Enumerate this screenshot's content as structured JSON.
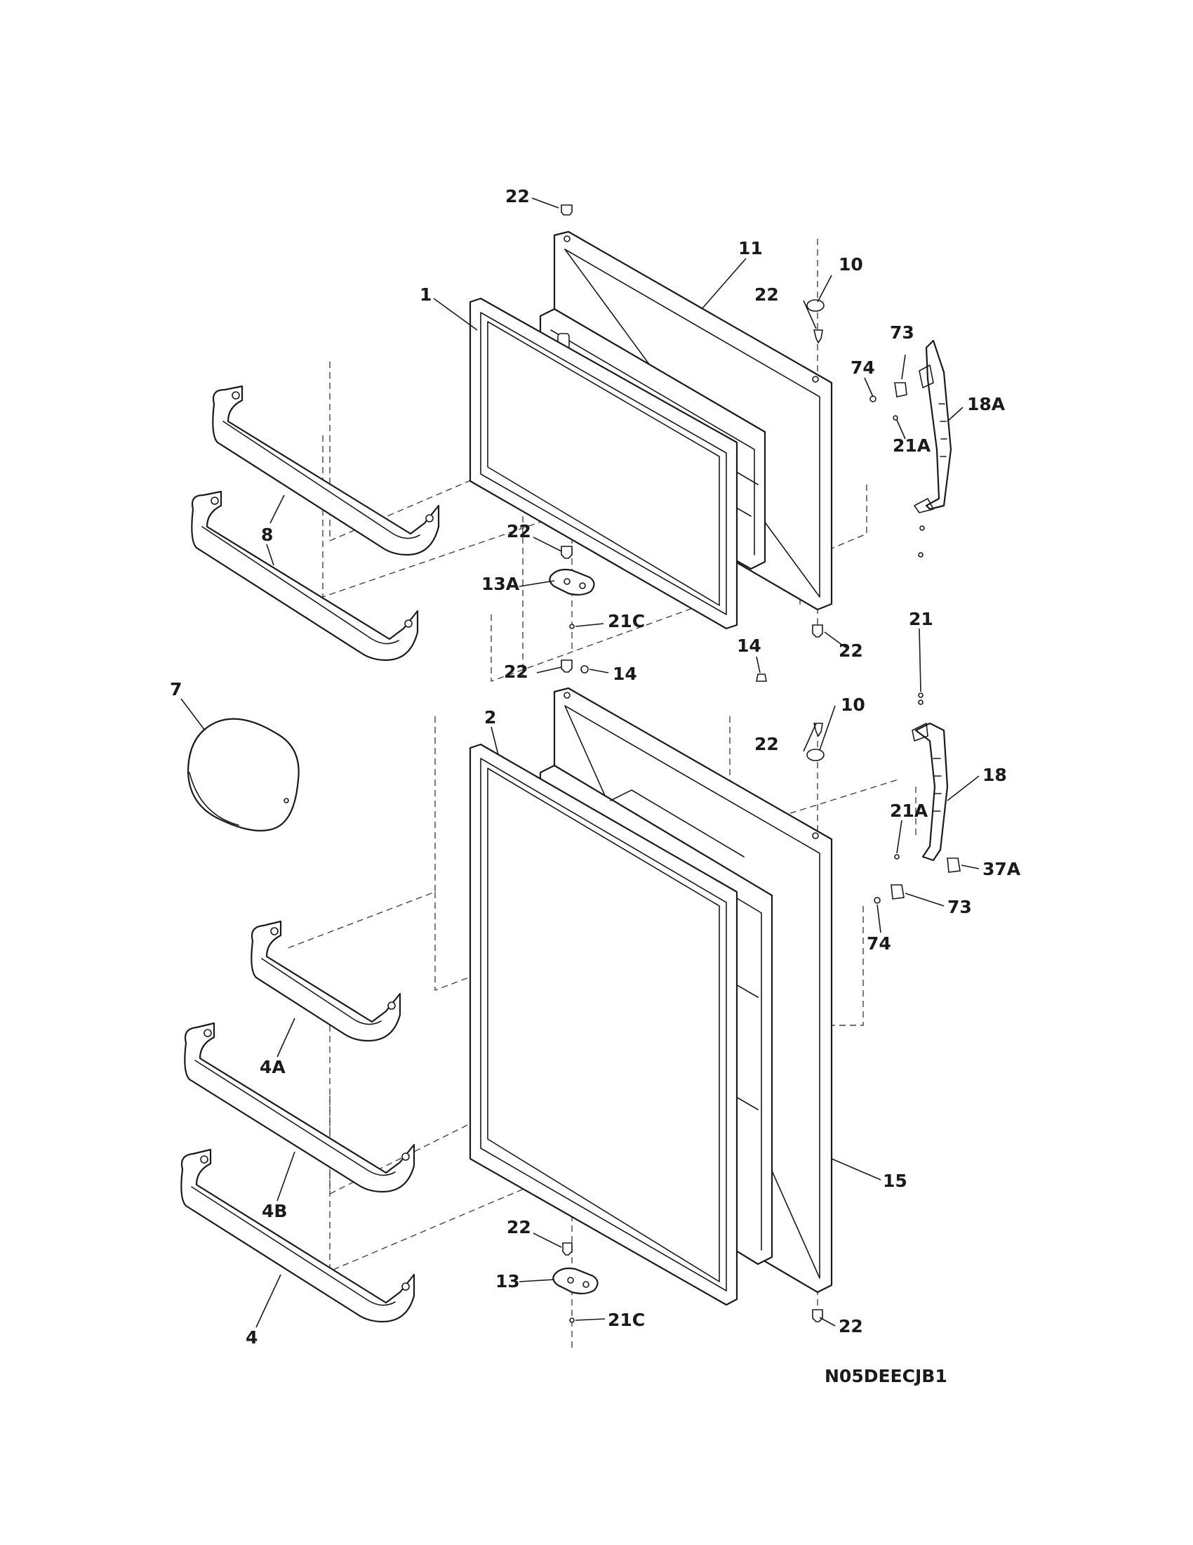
{
  "diagram_code": "N05DEECJB1",
  "callouts": {
    "c22_top": "22",
    "c11": "11",
    "c10_top": "10",
    "c22_hinge_top": "22",
    "c1": "1",
    "c73_top": "73",
    "c74_top": "74",
    "c18A": "18A",
    "c21A_top": "21A",
    "c8": "8",
    "c22_mid_left": "22",
    "c13A": "13A",
    "c21C_top": "21C",
    "c21": "21",
    "c22_mid_right": "22",
    "c14_right": "14",
    "c22_center": "22",
    "c14_left": "14",
    "c7": "7",
    "c2": "2",
    "c10_bottom": "10",
    "c22_hinge_bottom": "22",
    "c18": "18",
    "c21A_bottom": "21A",
    "c37A": "37A",
    "c73_bottom": "73",
    "c74_bottom": "74",
    "c4A": "4A",
    "c15": "15",
    "c4B": "4B",
    "c22_bottom_left": "22",
    "c13": "13",
    "c21C_bottom": "21C",
    "c4": "4",
    "c22_bottom_right": "22"
  }
}
